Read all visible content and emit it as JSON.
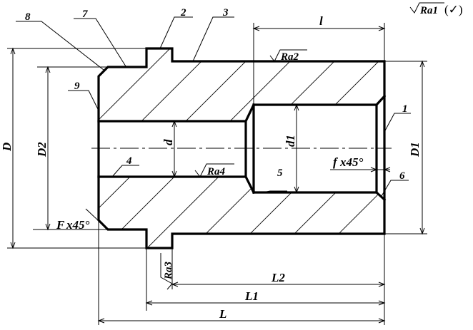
{
  "drawing": {
    "title": "Bushing part — sectional view with dimensions",
    "roughness_general": {
      "symbol": "Ra1",
      "suffix": "(✓)"
    },
    "roughness_marks": [
      {
        "id": "ra2",
        "label": "Ra2"
      },
      {
        "id": "ra3",
        "label": "Ra3"
      },
      {
        "id": "ra4",
        "label": "Ra4"
      }
    ],
    "dimensions": {
      "D": "D",
      "D1": "D1",
      "D2": "D2",
      "d": "d",
      "d1": "d1",
      "l": "l",
      "L": "L",
      "L1": "L1",
      "L2": "L2",
      "chamfer_outer": {
        "letter": "F",
        "text": "x45°"
      },
      "chamfer_inner": {
        "letter": "f",
        "text": "x45°"
      }
    },
    "callouts": [
      "1",
      "2",
      "3",
      "4",
      "5",
      "6",
      "7",
      "8",
      "9"
    ]
  }
}
